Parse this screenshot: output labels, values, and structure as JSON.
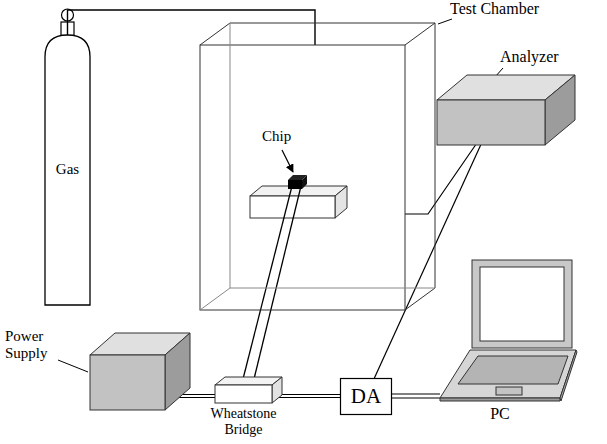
{
  "diagram": {
    "nodes": [
      {
        "text": [
          "Gas"
        ]
      },
      {
        "text": [
          "Test Chamber"
        ]
      },
      {
        "text": [
          "Analyzer"
        ]
      },
      {
        "text": [
          "Power Supply"
        ]
      },
      {
        "text": [
          "Wheatstone Bridge"
        ]
      },
      {
        "text": [
          "DA"
        ]
      },
      {
        "text": [
          "PC"
        ]
      }
    ],
    "edges": [
      {
        "from": 0,
        "to": 1,
        "arrow": "none"
      },
      {
        "from": 2,
        "to": 1,
        "arrow": "none"
      },
      {
        "from": 3,
        "to": 4,
        "arrow": "none"
      },
      {
        "from": 4,
        "to": 5,
        "arrow": "none"
      },
      {
        "from": 5,
        "to": 6,
        "arrow": "none"
      },
      {
        "from": 2,
        "to": 5,
        "arrow": "none"
      }
    ],
    "labels": [
      "Chip"
    ]
  }
}
